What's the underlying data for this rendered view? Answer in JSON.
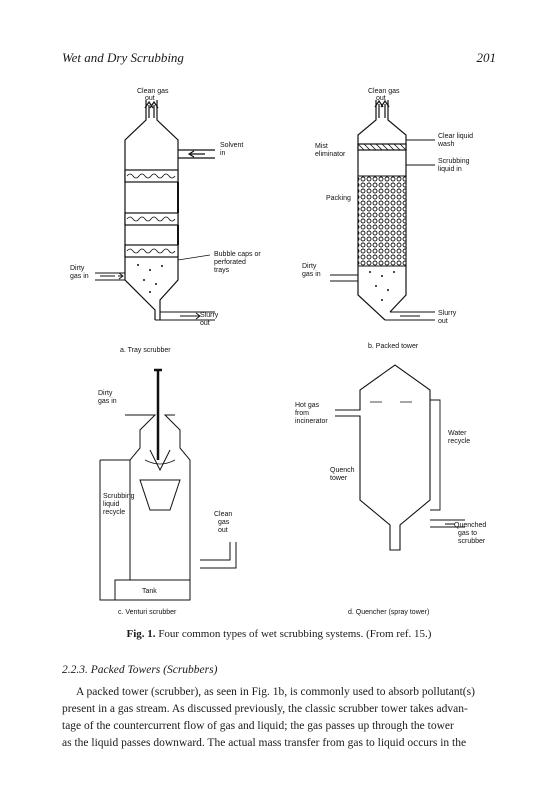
{
  "header": {
    "running_title": "Wet and Dry Scrubbing",
    "page_number": "201"
  },
  "figure": {
    "a": {
      "clean_gas_1": "Clean gas",
      "clean_gas_2": "out",
      "solvent_1": "Solvent",
      "solvent_2": "in",
      "bubble_1": "Bubble caps or",
      "bubble_2": "perforated",
      "bubble_3": "trays",
      "dirty_1": "Dirty",
      "dirty_2": "gas in",
      "slurry_1": "Slurry",
      "slurry_2": "out",
      "caption": "a. Tray scrubber"
    },
    "b": {
      "clean_gas_1": "Clean gas",
      "clean_gas_2": "out",
      "mist_1": "Mist",
      "mist_2": "eliminator",
      "clear_1": "Clear liquid",
      "clear_2": "wash",
      "scrub_1": "Scrubbing",
      "scrub_2": "liquid in",
      "packing": "Packing",
      "dirty_1": "Dirty",
      "dirty_2": "gas in",
      "slurry_1": "Slurry",
      "slurry_2": "out",
      "caption": "b. Packed tower"
    },
    "c": {
      "dirty_1": "Dirty",
      "dirty_2": "gas in",
      "recycle_1": "Scrubbing",
      "recycle_2": "liquid",
      "recycle_3": "recycle",
      "clean_1": "Clean",
      "clean_2": "gas",
      "clean_3": "out",
      "tank": "Tank",
      "caption": "c. Venturi scrubber"
    },
    "d": {
      "hot_1": "Hot gas",
      "hot_2": "from",
      "hot_3": "incinerator",
      "water_1": "Water",
      "water_2": "recycle",
      "quench_1": "Quench",
      "quench_2": "tower",
      "quenched_1": "Quenched",
      "quenched_2": "gas to",
      "quenched_3": "scrubber",
      "caption": "d. Quencher (spray tower)"
    }
  },
  "caption": {
    "label": "Fig. 1.",
    "text": "Four common types of wet scrubbing systems. (From ref. 15.)"
  },
  "section_heading": "2.2.3. Packed Towers (Scrubbers)",
  "paragraph_lines": [
    "A packed tower (scrubber), as seen in Fig. 1b, is commonly used to absorb pollutant(s)",
    "present in a gas stream. As discussed previously, the classic scrubber tower takes advan-",
    "tage of the countercurrent flow of gas and liquid; the gas passes up through the tower",
    "as the liquid passes downward. The actual mass transfer from gas to liquid occurs in the"
  ]
}
